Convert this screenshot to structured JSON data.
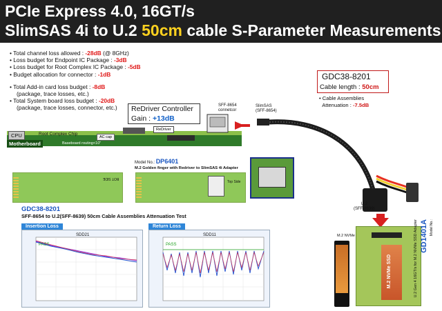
{
  "header": {
    "line1": "PCIe Express 4.0, 16GT/s",
    "line2_pre": "SlimSAS 4i to U.2 ",
    "line2_hl": "50cm",
    "line2_post": " cable S-Parameter Measurements"
  },
  "budget": {
    "total_loss_pre": "• Total channel loss allowed : ",
    "total_loss_val": "-28dB",
    "total_loss_post": " (@ 8GHz)",
    "endpoint_pre": "• Loss budget for Endpoint IC Package : ",
    "endpoint_val": "-3dB",
    "root_pre": "• Loss budget for Root Complex IC Package : ",
    "root_val": "-5dB",
    "connector_pre": "• Budget allocation for connector : ",
    "connector_val": "-1dB",
    "addin_pre": "• Total Add-in card loss budget : ",
    "addin_val": "-8dB",
    "addin_note": "(package, trace losses, etc.)",
    "system_pre": "• Total System board loss budget : ",
    "system_val": "-20dB",
    "system_note": "(package, trace losses, connector, etc.)"
  },
  "redriver": {
    "title": "ReDriver Controller",
    "gain_pre": "Gain : ",
    "gain_val": "+13dB"
  },
  "board_labels": {
    "cpu": "CPU",
    "root_complex": "Root Complex Chip",
    "motherboard": "Motherboard",
    "baseboard": "Baseboard routing<10\"",
    "ac_cap": "AC cap",
    "redriver_chip": "ReDriver",
    "sff_connector": "SFF-8654\nconnetcor",
    "slimsas": "SlimSAS\n(SFF-8654)"
  },
  "cable_box": {
    "model": "GDC38-8201",
    "length_pre": "Cable length : ",
    "length_val": "50cm",
    "assem_line1": "• Cable Assemblies",
    "assem_line2_pre": "Attenuation : ",
    "assem_line2_val": "-7.5dB"
  },
  "dp6401": {
    "model_pre": "Model No.: ",
    "model": "DP6401",
    "desc": "M.2 Golden finger with Redriver to SlimSAS 4i Adapter",
    "top_side": "Top Side",
    "bot_side": "BOT SIDE"
  },
  "u2_label": "U.2\n(SFF-8639)",
  "test": {
    "model": "GDC38-8201",
    "title": "SFF-8654 to U.2(SFF-8639) 50cm Cable Assemblies Attenuation Test",
    "tab_insertion": "Insertion Loss",
    "tab_return": "Return Loss",
    "sdd21": "SDD21",
    "sdd11": "SDD11",
    "pass": "PASS"
  },
  "gd1401a": {
    "model_pre": "Model No.: ",
    "model": "GD1401A",
    "desc": "U.2 Gen 4 16GT/s for M.2 NVMe SSD Adapter",
    "m2_label": "M.2 NVMe SSD",
    "ssd_label": "M.2 NVMe SSD"
  },
  "colors": {
    "accent_yellow": "#ffd21f",
    "red": "#e01818",
    "blue": "#1a56c0",
    "pcb_green": "#2f7a2a"
  }
}
